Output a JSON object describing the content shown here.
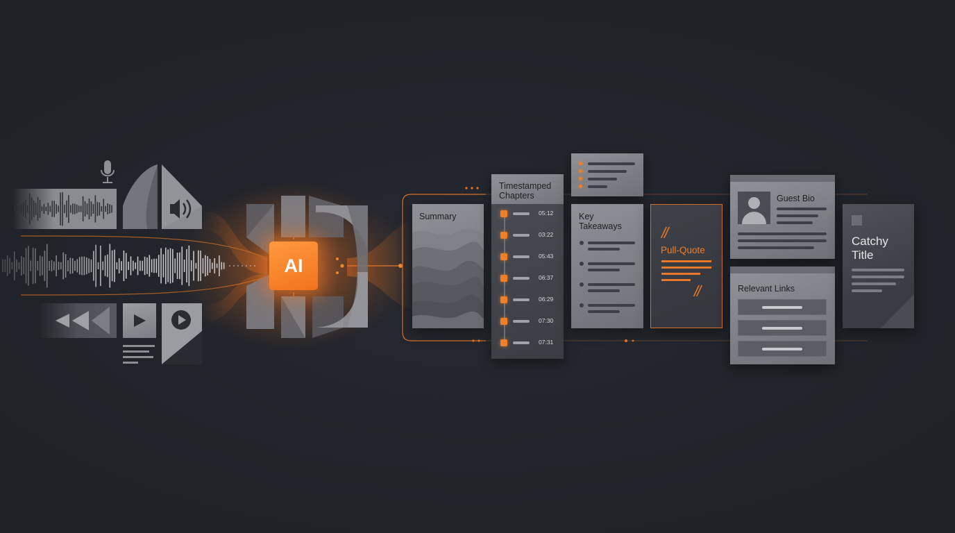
{
  "ai_core": {
    "label": "AI"
  },
  "summary": {
    "title": "Summary"
  },
  "chapters": {
    "title": "Timestamped Chapters",
    "timestamps": [
      "05:12",
      "03:22",
      "05:43",
      "06:37",
      "06:29",
      "07:30",
      "07:31"
    ]
  },
  "key_takeaways": {
    "title": "Key Takeaways"
  },
  "pull_quote": {
    "open_mark": "//",
    "label": "Pull-Quote",
    "close_mark": "//"
  },
  "guest_bio": {
    "title": "Guest Bio"
  },
  "relevant_links": {
    "title": "Relevant Links"
  },
  "catchy_title": {
    "title": "Catchy Title"
  },
  "colors": {
    "background": "#21242a",
    "accent": "#f2731d",
    "card": "#84868c",
    "card_dark": "#44474e"
  },
  "icons": [
    "microphone-icon",
    "speaker-icon",
    "rewind-icon",
    "play-icon",
    "play-circle-icon",
    "user-avatar-icon"
  ]
}
